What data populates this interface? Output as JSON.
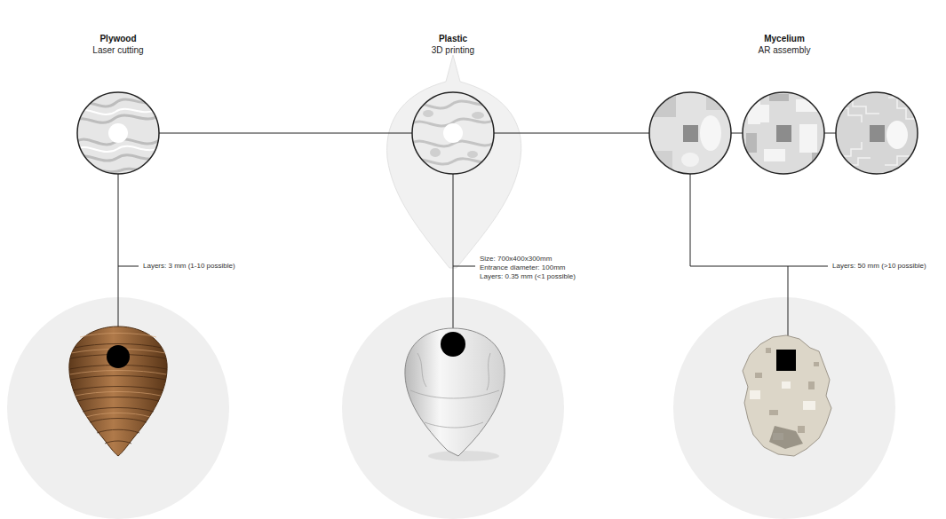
{
  "diagram": {
    "labels": [
      "Plywood",
      "Laser cutting",
      "Plastic",
      "3D printing",
      "Mycelium",
      "AR assembly",
      "Layers: 3 mm (1-10 possible)",
      "Size: 700x400x300mm",
      "Entrance diameter: 100mm",
      "Layers: 0.35 mm (<1 possible)",
      "Layers: 50 mm (>10 possible)"
    ]
  }
}
